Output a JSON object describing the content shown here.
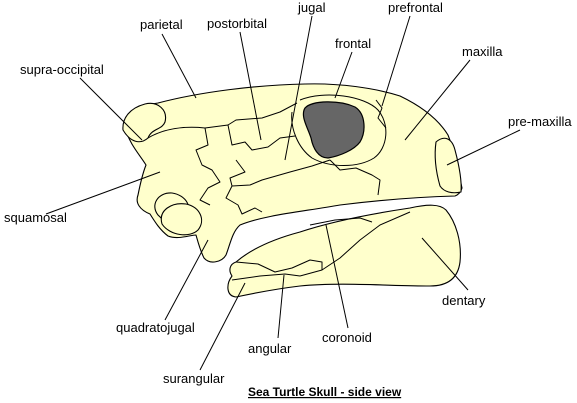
{
  "labels": {
    "parietal": "parietal",
    "postorbital": "postorbital",
    "jugal": "jugal",
    "prefrontal": "prefrontal",
    "frontal": "frontal",
    "maxilla": "maxilla",
    "supra_occipital": "supra-occipital",
    "pre_maxilla": "pre-maxilla",
    "squamosal": "squamosal",
    "dentary": "dentary",
    "quadratojugal": "quadratojugal",
    "coronoid": "coronoid",
    "angular": "angular",
    "surangular": "surangular"
  },
  "caption": "Sea Turtle Skull - side view",
  "colors": {
    "bone": "#ffffcc",
    "orbit": "#666666",
    "line": "#000000"
  }
}
